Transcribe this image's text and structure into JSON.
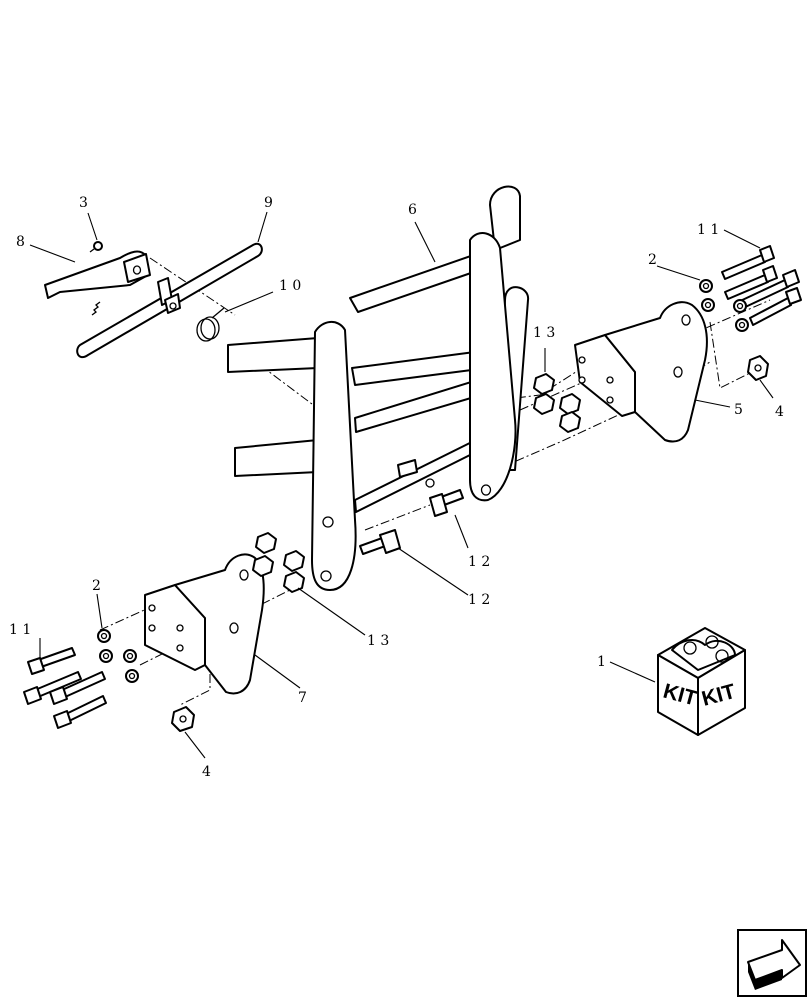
{
  "diagram": {
    "callouts": [
      {
        "id": "c1",
        "text": "1"
      },
      {
        "id": "c2a",
        "text": "2"
      },
      {
        "id": "c2b",
        "text": "2"
      },
      {
        "id": "c3",
        "text": "3"
      },
      {
        "id": "c4a",
        "text": "4"
      },
      {
        "id": "c4b",
        "text": "4"
      },
      {
        "id": "c5",
        "text": "5"
      },
      {
        "id": "c6",
        "text": "6"
      },
      {
        "id": "c7",
        "text": "7"
      },
      {
        "id": "c8",
        "text": "8"
      },
      {
        "id": "c9",
        "text": "9"
      },
      {
        "id": "c10",
        "text": "1 0"
      },
      {
        "id": "c11a",
        "text": "1 1"
      },
      {
        "id": "c11b",
        "text": "1 1"
      },
      {
        "id": "c12a",
        "text": "1 2"
      },
      {
        "id": "c12b",
        "text": "1 2"
      },
      {
        "id": "c13a",
        "text": "1 3"
      },
      {
        "id": "c13b",
        "text": "1 3"
      }
    ],
    "kit_box": {
      "label_left": "KIT",
      "label_right": "KIT"
    },
    "nav_icon": "next-page-arrow-icon"
  }
}
